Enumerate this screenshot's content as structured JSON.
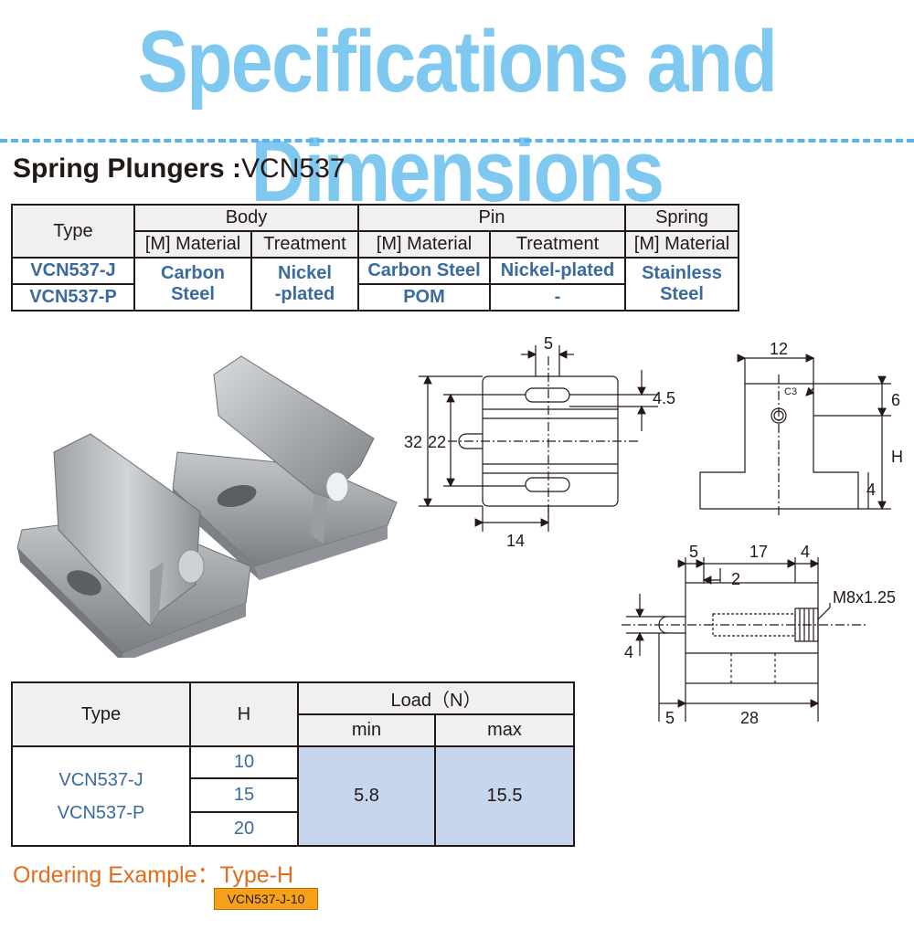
{
  "header": {
    "title": "Specifications and Dimensions"
  },
  "subtitle": {
    "label": "Spring Plungers",
    "colon": ":",
    "model": "VCN537"
  },
  "spec_table": {
    "type_header": "Type",
    "body_header": "Body",
    "pin_header": "Pin",
    "spring_header": "Spring",
    "body_material": "[M] Material",
    "body_treatment": "Treatment",
    "pin_material": "[M] Material",
    "pin_treatment": "Treatment",
    "spring_material": "[M] Material",
    "type_j": "VCN537-J",
    "type_p": "VCN537-P",
    "body_mat_line1": "Carbon",
    "body_mat_line2": "Steel",
    "body_treat_line1": "Nickel",
    "body_treat_line2": "-plated",
    "pin_mat_j": "Carbon Steel",
    "pin_treat_j": "Nickel-plated",
    "pin_mat_p": "POM",
    "pin_treat_p": "-",
    "spring_line1": "Stainless",
    "spring_line2": "Steel"
  },
  "drawing": {
    "front": {
      "top_width": "5",
      "slot": "4.5",
      "outer_height": "32",
      "inner_height": "22",
      "bottom_width": "14"
    },
    "side": {
      "width": "12",
      "chamfer": "C3",
      "top": "6",
      "height": "H",
      "base": "4"
    },
    "bottom": {
      "d1": "5",
      "d2": "17",
      "d3": "4",
      "d4": "2",
      "thread": "M8x1.25",
      "pin_dia": "4",
      "pin_len": "5",
      "length": "28"
    }
  },
  "load_table": {
    "type_header": "Type",
    "h_header": "H",
    "load_header": "Load（N）",
    "min_header": "min",
    "max_header": "max",
    "type_j": "VCN537-J",
    "type_p": "VCN537-P",
    "h_values": [
      "10",
      "15",
      "20"
    ],
    "min_value": "5.8",
    "max_value": "15.5"
  },
  "ordering": {
    "label": "Ordering Example：Type-H",
    "example": "VCN537-J-10"
  }
}
